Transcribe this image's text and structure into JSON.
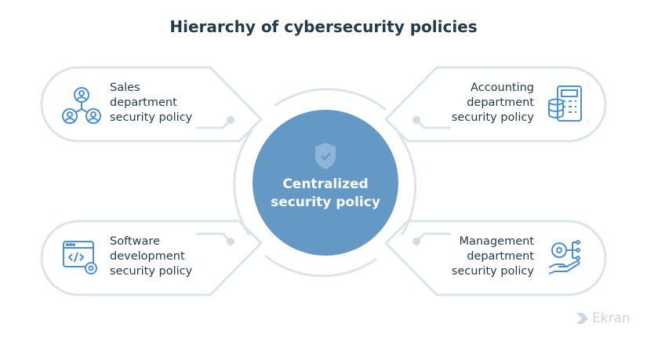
{
  "title": "Hierarchy of cybersecurity policies",
  "center": {
    "line1": "Centralized",
    "line2": "security policy"
  },
  "nodes": [
    {
      "line1": "Sales",
      "line2": "department",
      "line3": "security policy",
      "icon": "users-network-icon"
    },
    {
      "line1": "Accounting",
      "line2": "department",
      "line3": "security policy",
      "icon": "calculator-coins-icon"
    },
    {
      "line1": "Software",
      "line2": "development",
      "line3": "security policy",
      "icon": "code-window-gear-icon"
    },
    {
      "line1": "Management",
      "line2": "department",
      "line3": "security policy",
      "icon": "hand-gear-icon"
    }
  ],
  "logo": "Ekran",
  "colors": {
    "accent": "#4a8fd9",
    "center": "#6399c4",
    "outline": "#dbe4ea"
  }
}
